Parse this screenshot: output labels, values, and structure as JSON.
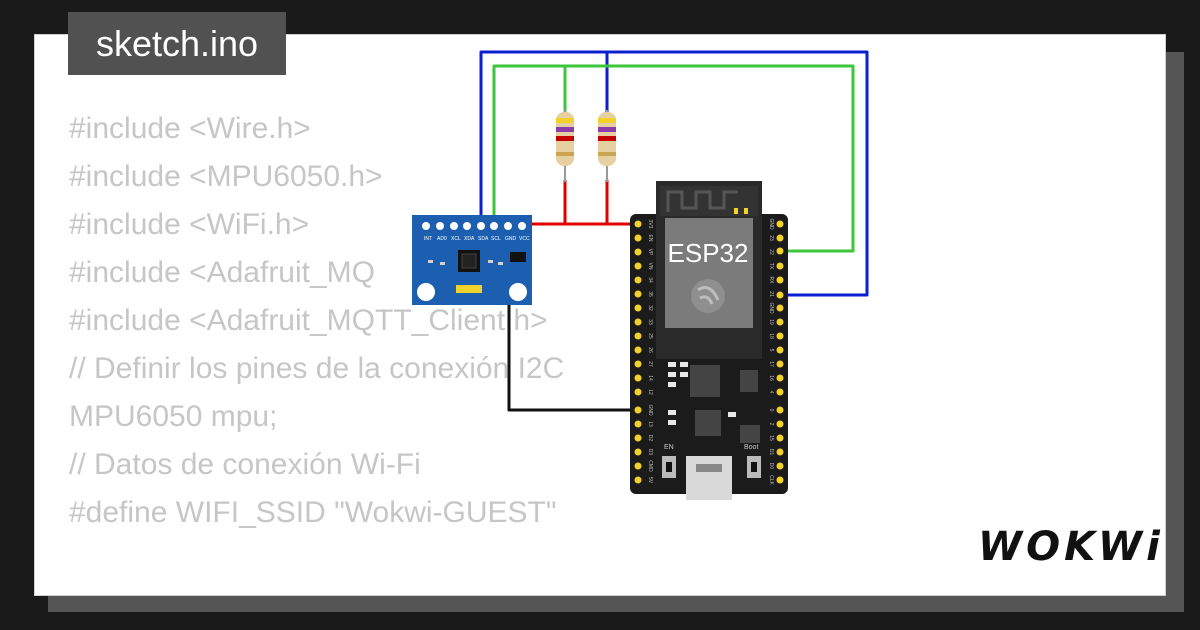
{
  "title": "sketch.ino",
  "code_lines": [
    "#include <Wire.h>",
    "#include <MPU6050.h>",
    "#include <WiFi.h>",
    "#include <Adafruit_MQ",
    "#include <Adafruit_MQTT_Client.h>",
    "",
    "// Definir los pines de la conexión I2C",
    "MPU6050 mpu;",
    "",
    "// Datos de conexión Wi-Fi",
    "#define WIFI_SSID \"Wokwi-GUEST\""
  ],
  "esp32_label": "ESP32",
  "esp32_en_label": "EN",
  "esp32_boot_label": "Boot",
  "mpu_pin_labels": [
    "INT",
    "AD0",
    "XCL",
    "XDA",
    "SDA",
    "SCL",
    "GND",
    "VCC"
  ],
  "esp_left_pin_labels": [
    "3V3",
    "EN",
    "VP",
    "VN",
    "34",
    "35",
    "32",
    "33",
    "25",
    "26",
    "27",
    "14",
    "12",
    "GND",
    "13",
    "D2",
    "D3",
    "CMD",
    "5V"
  ],
  "esp_right_pin_labels": [
    "GND",
    "23",
    "22",
    "TX",
    "RX",
    "21",
    "GND",
    "19",
    "18",
    "5",
    "17",
    "16",
    "4",
    "0",
    "2",
    "15",
    "D1",
    "D0",
    "CLK"
  ],
  "logo": "WOKWi",
  "colors": {
    "wire_blue": "#0a1fd0",
    "wire_green": "#3cc63c",
    "wire_red": "#e00000",
    "wire_black": "#111111",
    "mpu_board": "#1c5fb0",
    "esp_board": "#1b1b1b",
    "pin_yellow": "#f2d22a"
  }
}
